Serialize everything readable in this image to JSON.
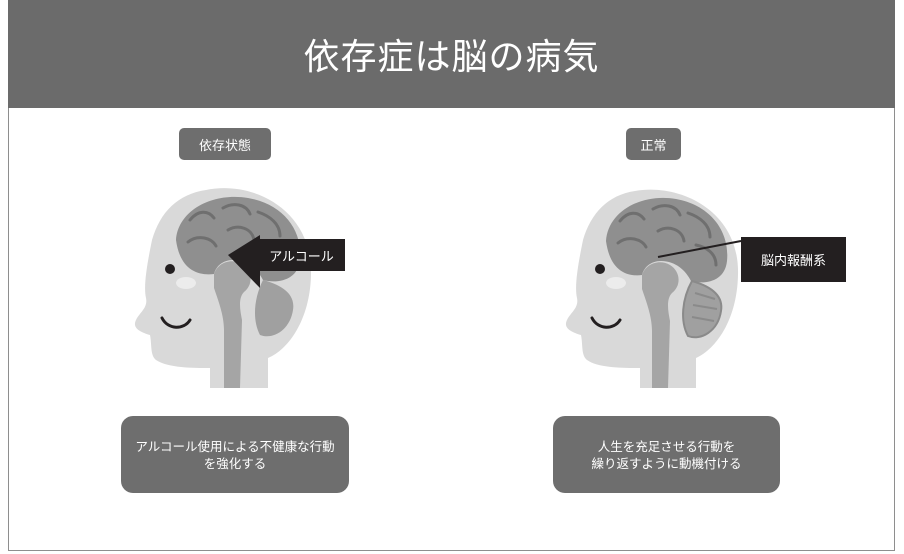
{
  "title": "依存症は脳の病気",
  "left": {
    "tag": "依存状態",
    "arrow_label": "アルコール",
    "description": [
      "アルコール使用による不健康な行動",
      "を強化する"
    ]
  },
  "right": {
    "tag": "正常",
    "pointer_label": "脳内報酬系",
    "description": [
      "人生を充足させる行動を",
      "繰り返すように動機付ける"
    ]
  },
  "colors": {
    "header": "#6b6b6b",
    "tag": "#6e6e6e",
    "label_box": "#231f20",
    "skin": "#d9d9d9",
    "brain": "#8f8f8f"
  }
}
